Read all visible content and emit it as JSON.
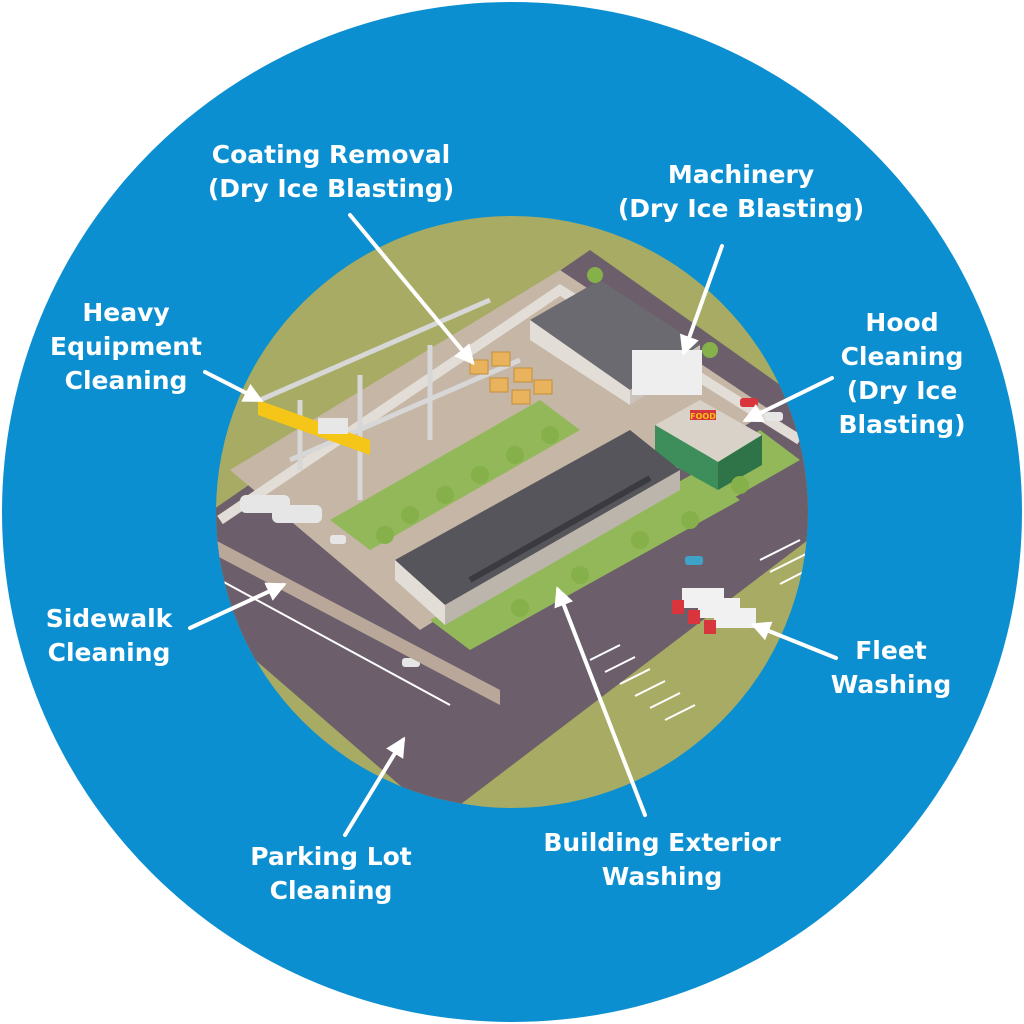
{
  "colors": {
    "outer_ring": "#0b8fd0",
    "sky": "#a7ab63",
    "road": "#6c5e6b",
    "lawn": "#92b85a",
    "plaza": "#c6b6a6",
    "wall": "#e2ddd6",
    "roof": "#4f4f55",
    "accent_yellow": "#f5c518",
    "accent_red": "#d8353c",
    "label_text": "#ffffff"
  },
  "labels": {
    "coating_removal": [
      "Coating Removal",
      "(Dry Ice Blasting)"
    ],
    "machinery": [
      "Machinery",
      "(Dry Ice Blasting)"
    ],
    "heavy_equipment": [
      "Heavy",
      "Equipment",
      "Cleaning"
    ],
    "hood_cleaning": [
      "Hood",
      "Cleaning",
      "(Dry Ice",
      "Blasting)"
    ],
    "sidewalk": [
      "Sidewalk",
      "Cleaning"
    ],
    "fleet": [
      "Fleet",
      "Washing"
    ],
    "parking_lot": [
      "Parking Lot",
      "Cleaning"
    ],
    "building_exterior": [
      "Building Exterior",
      "Washing"
    ]
  },
  "signs": {
    "food_sign": "FOOD"
  },
  "icons": [
    "arrow-icon"
  ]
}
